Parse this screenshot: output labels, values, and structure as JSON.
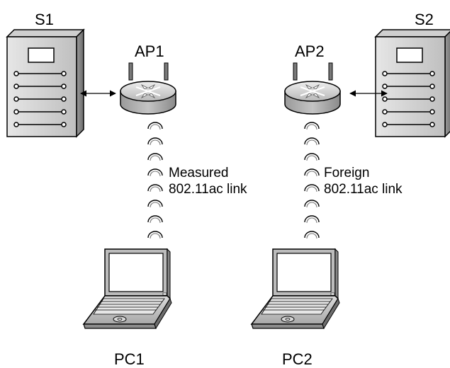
{
  "nodes": {
    "s1": "S1",
    "s2": "S2",
    "ap1": "AP1",
    "ap2": "AP2",
    "pc1": "PC1",
    "pc2": "PC2"
  },
  "links": {
    "measured": {
      "line1": "Measured",
      "line2": "802.11ac link"
    },
    "foreign": {
      "line1": "Foreign",
      "line2": "802.11ac link"
    }
  },
  "icons": {
    "server": "server-icon",
    "router": "router-icon",
    "laptop": "laptop-icon",
    "wireless": "wireless-link-icon",
    "arrow": "double-arrow-icon"
  },
  "colors": {
    "server_light": "#d9d9d9",
    "server_dark": "#8c8c8c",
    "router_top": "#d0d0d0",
    "router_side": "#8a8a8a",
    "laptop_body": "#cfcfcf",
    "screen": "#ffffff",
    "stroke": "#000000"
  }
}
